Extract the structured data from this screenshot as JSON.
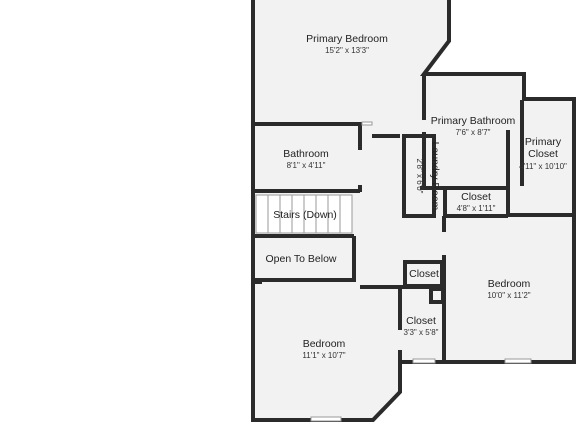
{
  "floorplan": {
    "rooms": [
      {
        "id": "primary-bedroom",
        "name": "Primary Bedroom",
        "dims": "15'2\" x 13'3\""
      },
      {
        "id": "primary-bathroom",
        "name": "Primary Bathroom",
        "dims": "7'6\" x 8'7\""
      },
      {
        "id": "primary-closet",
        "name": "Primary Closet",
        "dims": "4'11\" x 10'10\""
      },
      {
        "id": "bathroom",
        "name": "Bathroom",
        "dims": "8'1\" x 4'11\""
      },
      {
        "id": "laundry-room",
        "name": "Laundry Room",
        "dims": "2'8\" x 6'0\""
      },
      {
        "id": "closet-hall",
        "name": "Closet",
        "dims": "4'8\" x 1'11\""
      },
      {
        "id": "stairs",
        "name": "Stairs (Down)",
        "dims": ""
      },
      {
        "id": "open-to-below",
        "name": "Open To Below",
        "dims": ""
      },
      {
        "id": "closet-small",
        "name": "Closet",
        "dims": ""
      },
      {
        "id": "bedroom-right",
        "name": "Bedroom",
        "dims": "10'0\" x 11'2\""
      },
      {
        "id": "closet-bottom",
        "name": "Closet",
        "dims": "3'3\" x 5'8\""
      },
      {
        "id": "bedroom-left",
        "name": "Bedroom",
        "dims": "11'1\" x 10'7\""
      }
    ],
    "colors": {
      "wall": "#2b2b2b",
      "floor": "#f2f2f2",
      "background": "#ffffff"
    }
  }
}
